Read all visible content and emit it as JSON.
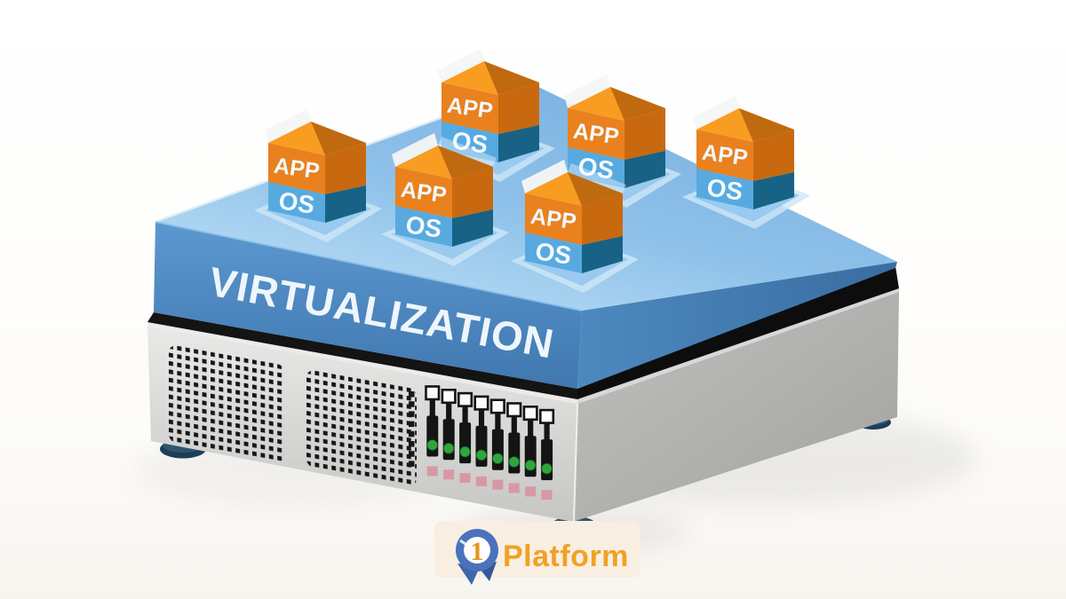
{
  "illustration": {
    "virtualization_layer": {
      "label": "VIRTUALIZATION"
    },
    "vm_boxes": [
      {
        "app_label": "APP",
        "os_label": "OS"
      },
      {
        "app_label": "APP",
        "os_label": "OS"
      },
      {
        "app_label": "APP",
        "os_label": "OS"
      },
      {
        "app_label": "APP",
        "os_label": "OS"
      },
      {
        "app_label": "APP",
        "os_label": "OS"
      },
      {
        "app_label": "APP",
        "os_label": "OS"
      }
    ],
    "server": {
      "drive_bay_count": 8,
      "vent_panel_count": 2
    }
  },
  "branding": {
    "badge_number": "1",
    "brand_name": "Platform"
  },
  "colors": {
    "app_orange": "#e9811f",
    "app_orange_dark": "#c9690f",
    "os_blue": "#57aae0",
    "os_teal_dark": "#186286",
    "slab_top_blue": "#8abfe8",
    "slab_front_blue": "#5a96ce",
    "server_gray": "#d6d6d4",
    "led_green": "#31a43c",
    "drive_pink": "#d9929d",
    "badge_blue": "#4a72bd",
    "brand_orange": "#f1a124",
    "logo_band_cream": "#f8efe2"
  }
}
